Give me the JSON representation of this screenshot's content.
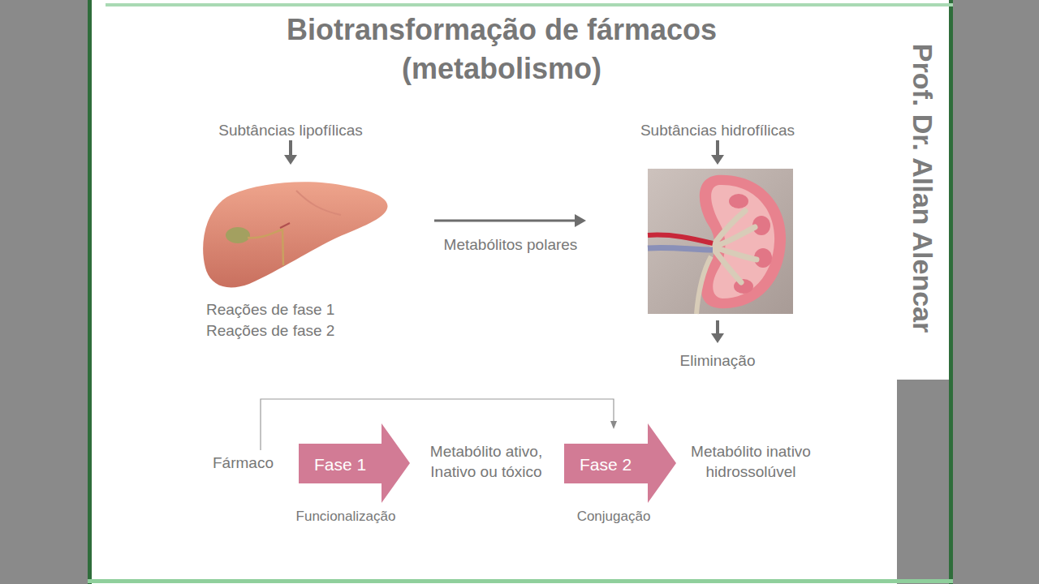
{
  "diagram": {
    "title": "Biotransformação de fármacos (metabolismo)",
    "nodes": [
      {
        "text": [
          "Subtâncias lipofílicas",
          "Reações de fase 1",
          "Reações de fase 2"
        ]
      },
      {
        "text": [
          "Subtâncias hidrofílicas",
          "Eliminação"
        ]
      },
      {
        "text": [
          "Fase 1",
          "Funcionalização"
        ]
      },
      {
        "text": [
          "Fase 2",
          "Conjugação"
        ]
      }
    ],
    "edges": [
      {
        "from": 0,
        "to": 1,
        "arrow": "to",
        "label": "Metabólitos polares"
      }
    ],
    "labels": [
      "Fármaco",
      "Metabólito ativo, Inativo ou tóxico",
      "Metabólito inativo hidrossolúvel",
      "Prof. Dr. Allan Alencar"
    ]
  }
}
